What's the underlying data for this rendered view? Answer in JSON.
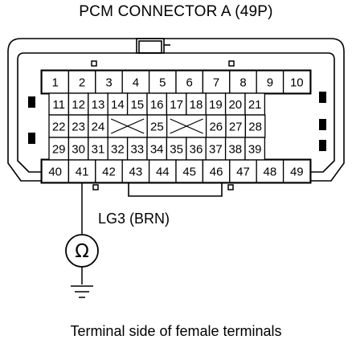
{
  "title": "PCM CONNECTOR A (49P)",
  "caption": "Terminal side of female terminals",
  "wire_label": "LG3 (BRN)",
  "meter_symbol": "Ω",
  "meter_icon": "ohmmeter-icon",
  "ground_icon": "ground-icon",
  "connector": {
    "rows": [
      [
        "1",
        "2",
        "3",
        "4",
        "5",
        "6",
        "7",
        "8",
        "9",
        "10"
      ],
      [
        "11",
        "12",
        "13",
        "14",
        "15",
        "16",
        "17",
        "18",
        "19",
        "20",
        "21"
      ],
      [
        "22",
        "23",
        "24",
        "",
        "25",
        "",
        "26",
        "27",
        "28"
      ],
      [
        "29",
        "30",
        "31",
        "32",
        "33",
        "34",
        "35",
        "36",
        "37",
        "38",
        "39"
      ],
      [
        "40",
        "41",
        "42",
        "43",
        "44",
        "45",
        "46",
        "47",
        "48",
        "49"
      ]
    ],
    "probed_pin": "41"
  }
}
